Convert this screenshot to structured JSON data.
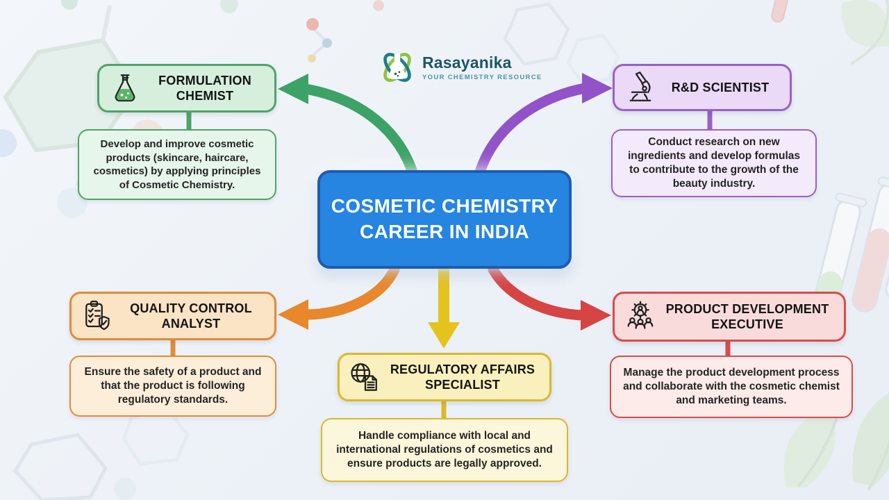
{
  "logo": {
    "name": "Rasayanika",
    "tagline": "YOUR CHEMISTRY RESOURCE",
    "brand_color": "#1c5666",
    "tagline_color": "#4a93a3"
  },
  "center": {
    "title": "COSMETIC CHEMISTRY CAREER IN INDIA",
    "bg_color": "#2585e0",
    "border_color": "#1d5cb0",
    "text_color": "#ffffff"
  },
  "branches": [
    {
      "id": "formulation-chemist",
      "title": "FORMULATION CHEMIST",
      "description": "Develop and improve cosmetic products (skincare, haircare, cosmetics) by applying principles of Cosmetic Chemistry.",
      "icon": "flask-icon",
      "accent_color": "#4fa468",
      "title_bg": "#d6efdc",
      "desc_bg": "#e6f6ea",
      "arrow_color": "#3da266",
      "position": "top-left"
    },
    {
      "id": "rd-scientist",
      "title": "R&D SCIENTIST",
      "description": "Conduct research on new ingredients and develop formulas to contribute to the growth of the beauty industry.",
      "icon": "microscope-icon",
      "accent_color": "#9a5fc9",
      "title_bg": "#ead9f7",
      "desc_bg": "#f3ebfb",
      "arrow_color": "#9153c7",
      "position": "top-right"
    },
    {
      "id": "quality-control-analyst",
      "title": "QUALITY CONTROL ANALYST",
      "description": "Ensure the safety of a product and that the product is following regulatory standards.",
      "icon": "clipboard-shield-icon",
      "accent_color": "#df8c3c",
      "title_bg": "#fbe3c5",
      "desc_bg": "#fdeeda",
      "arrow_color": "#e8872b",
      "position": "bottom-left"
    },
    {
      "id": "regulatory-affairs-specialist",
      "title": "REGULATORY AFFAIRS SPECIALIST",
      "description": "Handle compliance with local and international regulations of cosmetics and ensure products are legally approved.",
      "icon": "globe-document-icon",
      "accent_color": "#d9b92f",
      "title_bg": "#faf0bd",
      "desc_bg": "#fcf7da",
      "arrow_color": "#e5c31d",
      "position": "bottom-center"
    },
    {
      "id": "product-development-executive",
      "title": "PRODUCT DEVELOPMENT EXECUTIVE",
      "description": "Manage the product development process and collaborate with the cosmetic chemist and marketing teams.",
      "icon": "gear-team-icon",
      "accent_color": "#d84c4c",
      "title_bg": "#fadbdb",
      "desc_bg": "#fcebe9",
      "arrow_color": "#d64444",
      "position": "bottom-right"
    }
  ]
}
